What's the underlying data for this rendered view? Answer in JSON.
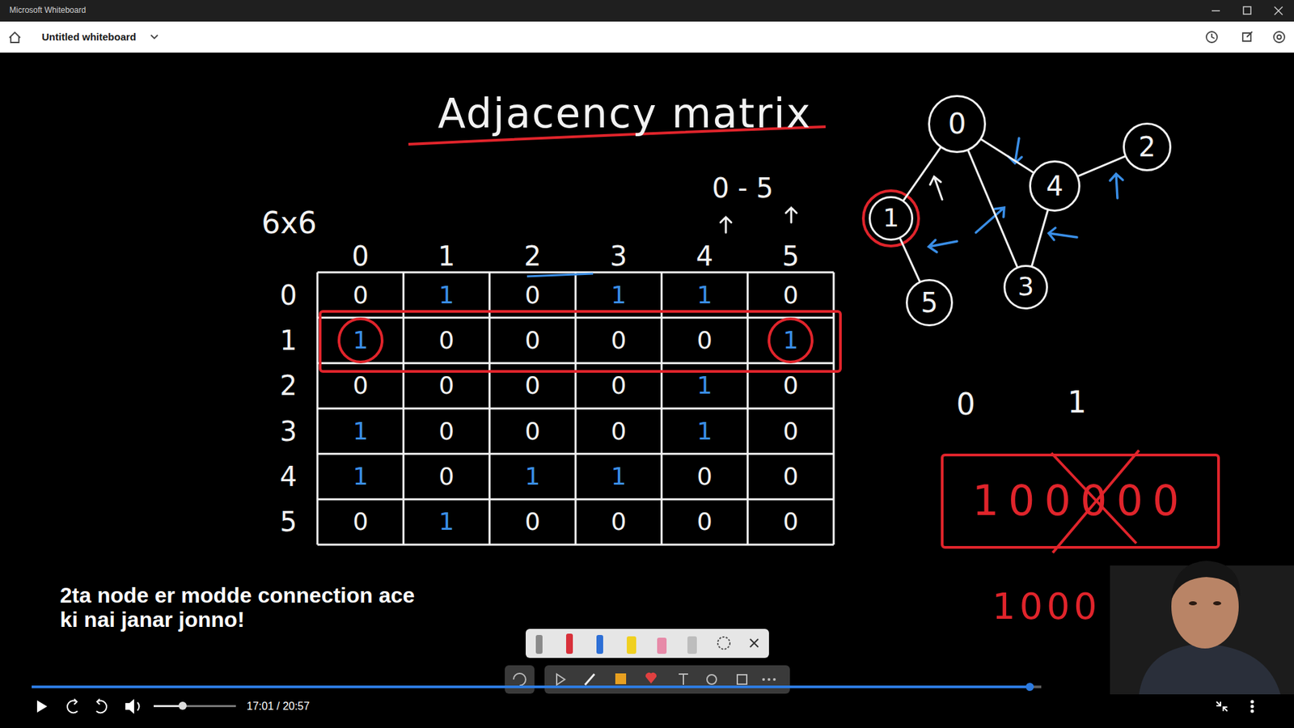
{
  "diagram": {
    "title": "Adjacency matrix",
    "caption": "2ta node er modde connection ace ki nai janar jonno!",
    "nodes": [
      {
        "text": [
          "0"
        ]
      },
      {
        "text": [
          "2"
        ]
      },
      {
        "text": [
          "4"
        ]
      },
      {
        "text": [
          "1"
        ]
      },
      {
        "text": [
          "3"
        ]
      },
      {
        "text": [
          "5"
        ]
      },
      {
        "text": [
          "100000"
        ]
      }
    ],
    "edges": [
      {
        "from": 0,
        "to": 3,
        "arrow": "none"
      },
      {
        "from": 0,
        "to": 2,
        "arrow": "none"
      },
      {
        "from": 0,
        "to": 4,
        "arrow": "none"
      },
      {
        "from": 3,
        "to": 5,
        "arrow": "none"
      },
      {
        "from": 2,
        "to": 1,
        "arrow": "none"
      },
      {
        "from": 2,
        "to": 4,
        "arrow": "none"
      }
    ],
    "labels": [
      "Microsoft Whiteboard",
      "Untitled whiteboard",
      "6x6",
      "0 - 5",
      "0",
      "1",
      "2",
      "3",
      "4",
      "5",
      "0",
      "1",
      "2",
      "3",
      "4",
      "5",
      "0",
      "1",
      "0",
      "1",
      "1",
      "0",
      "1",
      "0",
      "0",
      "0",
      "0",
      "1",
      "0",
      "0",
      "0",
      "0",
      "1",
      "0",
      "1",
      "0",
      "0",
      "0",
      "1",
      "0",
      "1",
      "0",
      "1",
      "1",
      "0",
      "0",
      "0",
      "1",
      "0",
      "0",
      "0",
      "0",
      "0",
      "1",
      "1000",
      "17:01 / 20:57"
    ]
  }
}
